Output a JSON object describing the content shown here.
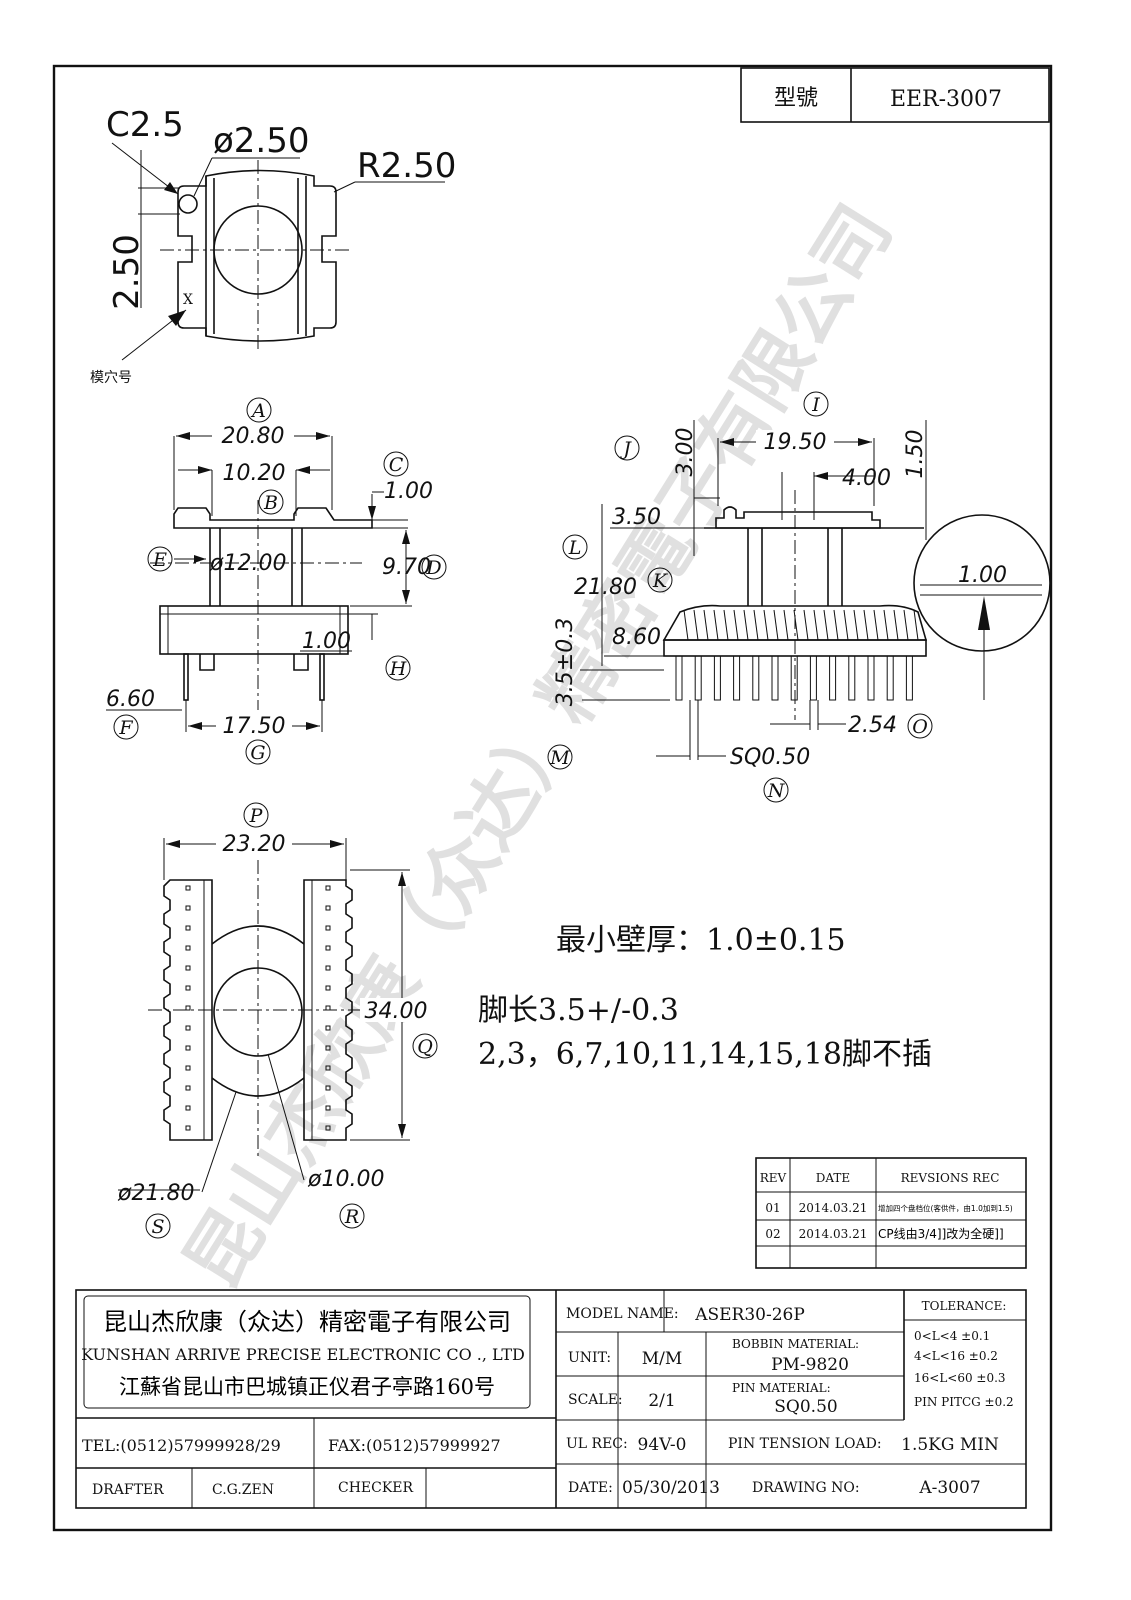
{
  "header": {
    "model_label": "型號",
    "model_value": "EER-3007"
  },
  "views": {
    "top": {
      "chamfer": "C2.5",
      "hole_dia": "ø2.50",
      "radius": "R2.50",
      "offset": "2.50",
      "mold_cavity_label": "模穴号",
      "mark": "X"
    },
    "front": {
      "circles": [
        "A",
        "B",
        "C",
        "D",
        "E",
        "F",
        "G",
        "H"
      ],
      "dims": {
        "width": "20.80",
        "inner": "10.20",
        "flange": "1.00",
        "core_dia": "ø12.00",
        "height": "9.70",
        "base_flange": "1.00",
        "pin_len": "6.60",
        "pin_span": "17.50"
      }
    },
    "side": {
      "circles": [
        "I",
        "J",
        "K",
        "L",
        "M",
        "N",
        "O"
      ],
      "dims": {
        "top_width": "19.50",
        "step": "4.00",
        "top_h": "3.00",
        "edge": "1.50",
        "rib": "3.50",
        "total_h": "21.80",
        "base_h": "8.60",
        "pin_len": "3.5±0.3",
        "pin_sq": "SQ0.50",
        "pitch": "2.54",
        "detail": "1.00"
      }
    },
    "bottom": {
      "circles": [
        "P",
        "Q",
        "R",
        "S"
      ],
      "dims": {
        "width": "23.20",
        "length": "34.00",
        "outer_dia": "ø21.80",
        "inner_dia": "ø10.00"
      }
    }
  },
  "notes": {
    "wall": "最小壁厚：1.0±0.15",
    "pin_length": "脚长3.5+/-0.3",
    "pins_removed": "2,3，6,7,10,11,14,15,18脚不插"
  },
  "revisions": {
    "headers": [
      "REV",
      "DATE",
      "REVSIONS  REC"
    ],
    "rows": [
      {
        "rev": "01",
        "date": "2014.03.21",
        "desc": "增加四个盘档位(客供件，由1.0加到1.5)"
      },
      {
        "rev": "02",
        "date": "2014.03.21",
        "desc": "CP线由3/4]]改为全硬]]"
      }
    ]
  },
  "company": {
    "name_cn": "昆山杰欣康（众达）精密電子有限公司",
    "name_en": "KUNSHAN ARRIVE PRECISE ELECTRONIC CO ., LTD",
    "address": "江蘇省昆山市巴城镇正仪君子亭路160号",
    "tel": "TEL:(0512)57999928/29",
    "fax": "FAX:(0512)57999927",
    "drafter_label": "DRAFTER",
    "drafter": "C.G.ZEN",
    "checker_label": "CHECKER",
    "checker": ""
  },
  "title_block": {
    "model_name_label": "MODEL NAME:",
    "model_name": "ASER30-26P",
    "unit_label": "UNIT:",
    "unit": "M/M",
    "bobbin_material_label": "BOBBIN MATERIAL:",
    "bobbin_material": "PM-9820",
    "scale_label": "SCALE:",
    "scale": "2/1",
    "pin_material_label": "PIN MATERIAL:",
    "pin_material": "SQ0.50",
    "ul_label": "UL REC:",
    "ul": "94V-0",
    "pin_tension_label": "PIN TENSION LOAD:",
    "pin_tension": "1.5KG MIN",
    "date_label": "DATE:",
    "date": "05/30/2013",
    "drawing_no_label": "DRAWING NO:",
    "drawing_no": "A-3007",
    "tolerance_label": "TOLERANCE:",
    "tolerances": [
      "0<L<4    ±0.1",
      "4<L<16   ±0.2",
      "16<L<60  ±0.3",
      "PIN PITCG ±0.2"
    ]
  },
  "watermark": "昆山杰欣康（众达）精密電子有限公司"
}
